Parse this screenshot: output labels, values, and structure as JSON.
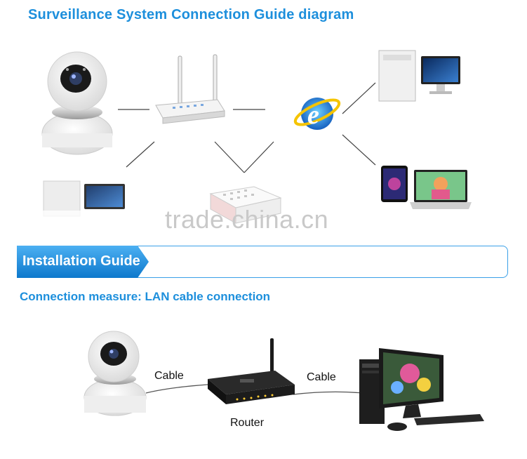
{
  "header": {
    "title": "Surveillance System Connection Guide diagram"
  },
  "watermark": "trade.china.cn",
  "section": {
    "title": "Installation Guide"
  },
  "connection": {
    "measure": "Connection measure: LAN cable connection",
    "cable_left": "Cable",
    "cable_right": "Cable",
    "router": "Router"
  },
  "colors": {
    "accent": "#1d8fdc",
    "bar_dark": "#0e7fd3",
    "bar_light": "#3aa6f0"
  }
}
